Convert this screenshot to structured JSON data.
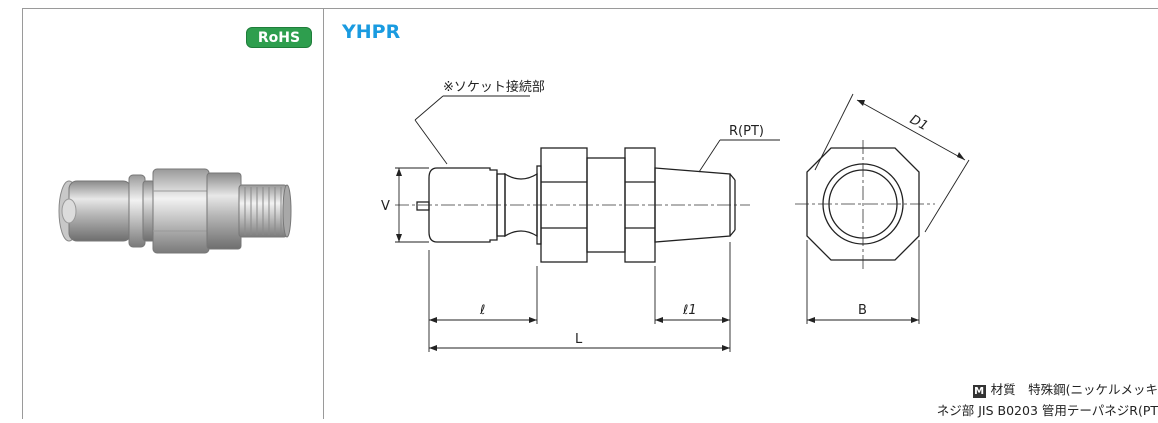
{
  "badge": {
    "rohs": "RoHS"
  },
  "product": {
    "model": "YHPR"
  },
  "drawing": {
    "socket_note": "※ソケット接続部",
    "thread_label": "R(PT)",
    "dim_v": "V",
    "dim_l": "L",
    "dim_small_l": "ℓ",
    "dim_small_l1": "ℓ1",
    "dim_d1": "D1",
    "dim_b": "B"
  },
  "notes": {
    "material_label": "材質",
    "material_value": "特殊鋼(ニッケルメッキ",
    "thread_value": "ネジ部 JIS B0203 管用テーパネジR(PT"
  },
  "icons": {
    "material_icon": "M"
  },
  "colors": {
    "badge_green": "#2e9e4e",
    "title_blue": "#1a9be0"
  }
}
